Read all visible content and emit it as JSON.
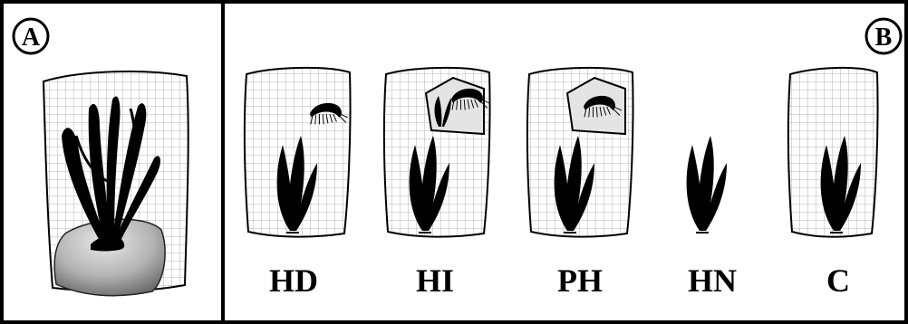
{
  "panels": {
    "a": {
      "letter": "A"
    },
    "b": {
      "letter": "B"
    }
  },
  "treatments": [
    {
      "code": "HD",
      "cage": "full",
      "herbivore": "free"
    },
    {
      "code": "HI",
      "cage": "full",
      "herbivore": "enclosed-with-seaweed"
    },
    {
      "code": "PH",
      "cage": "full",
      "herbivore": "enclosed"
    },
    {
      "code": "HN",
      "cage": "none",
      "herbivore": "none"
    },
    {
      "code": "C",
      "cage": "full",
      "herbivore": "none"
    }
  ],
  "colors": {
    "ink": "#000000",
    "mesh": "#9a9a9a",
    "rock_light": "#d8d8d8",
    "rock_dark": "#6e6e6e",
    "enclosure_fill": "#e4e4e4"
  }
}
